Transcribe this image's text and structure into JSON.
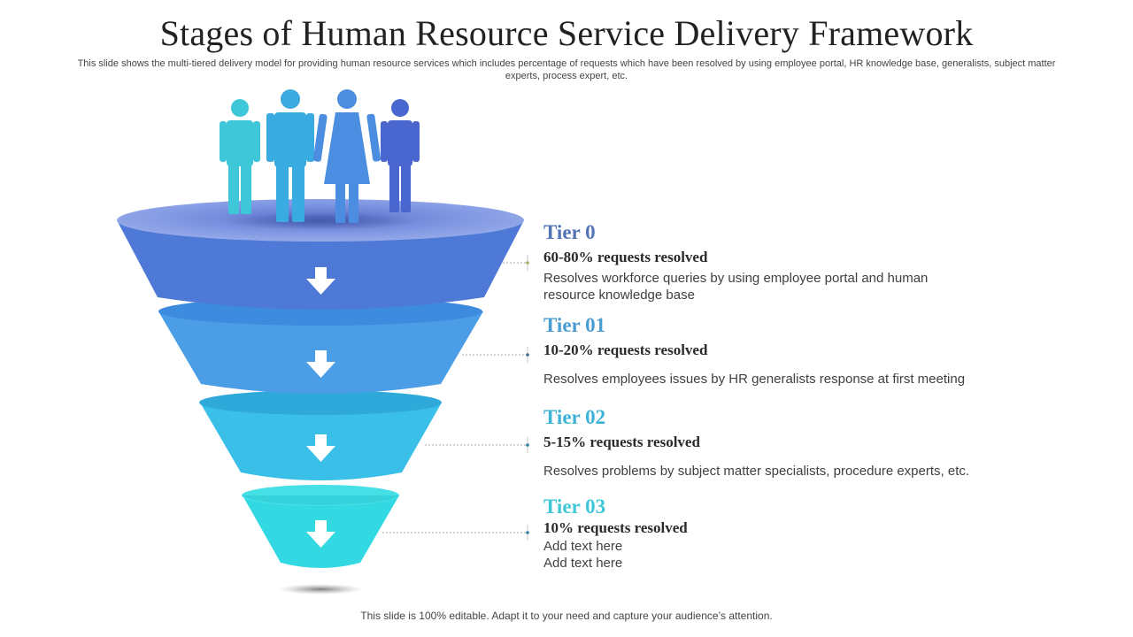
{
  "slide": {
    "title": "Stages of Human Resource Service Delivery Framework",
    "subtitle": "This slide shows the multi-tiered delivery model for providing human resource services which includes percentage of requests which have been resolved by using employee portal, HR knowledge base, generalists, subject matter experts, process expert, etc.",
    "footer": "This slide is 100% editable. Adapt it to your need and capture your audience’s attention."
  },
  "people_icons": [
    "person-male-icon",
    "person-male-icon",
    "person-female-icon",
    "person-male-icon"
  ],
  "tiers": [
    {
      "title": "Tier 0",
      "stat": "60-80% requests resolved",
      "description": "Resolves workforce queries by using employee portal and human resource knowledge base",
      "color": "#4f79d6",
      "title_color": "#5273b4"
    },
    {
      "title": "Tier 01",
      "stat": "10-20% requests resolved",
      "description": "Resolves employees issues by HR generalists response at first meeting",
      "color": "#4a9be0",
      "title_color": "#4a9dd1"
    },
    {
      "title": "Tier 02",
      "stat": "5-15% requests resolved",
      "description": "Resolves problems by subject matter specialists, procedure experts, etc.",
      "color": "#36b8e2",
      "title_color": "#3eb3d8"
    },
    {
      "title": "Tier 03",
      "stat": "10% requests resolved",
      "description": "Add text here\nAdd text here",
      "color": "#2fd3de",
      "title_color": "#3ec7d6"
    }
  ]
}
